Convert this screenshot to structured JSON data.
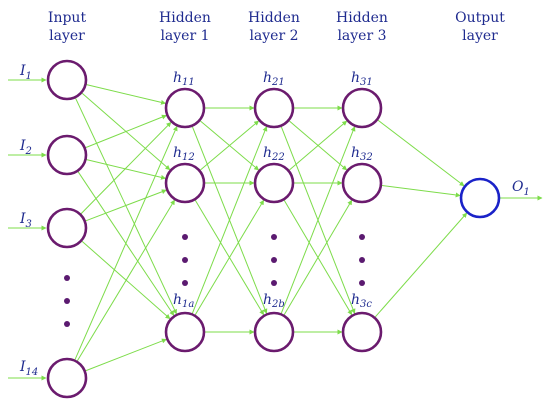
{
  "layer_titles": {
    "input": [
      "Input",
      "layer"
    ],
    "hidden1": [
      "Hidden",
      "layer 1"
    ],
    "hidden2": [
      "Hidden",
      "layer 2"
    ],
    "hidden3": [
      "Hidden",
      "layer 3"
    ],
    "output": [
      "Output",
      "layer"
    ]
  },
  "input_nodes": [
    {
      "base": "I",
      "sub": "1"
    },
    {
      "base": "I",
      "sub": "2"
    },
    {
      "base": "I",
      "sub": "3"
    },
    {
      "base": "I",
      "sub": "14"
    }
  ],
  "hidden1_nodes": [
    {
      "base": "h",
      "sub": "11"
    },
    {
      "base": "h",
      "sub": "12"
    },
    {
      "base": "h",
      "sub": "1a"
    }
  ],
  "hidden2_nodes": [
    {
      "base": "h",
      "sub": "21"
    },
    {
      "base": "h",
      "sub": "22"
    },
    {
      "base": "h",
      "sub": "2b"
    }
  ],
  "hidden3_nodes": [
    {
      "base": "h",
      "sub": "31"
    },
    {
      "base": "h",
      "sub": "32"
    },
    {
      "base": "h",
      "sub": "3c"
    }
  ],
  "output_node": {
    "base": "O",
    "sub": "1"
  },
  "colors": {
    "edge": "#7ddc4a",
    "neuron_stroke": "#6b1b6e",
    "output_stroke": "#1a22c8",
    "text": "#1f2b8f"
  }
}
